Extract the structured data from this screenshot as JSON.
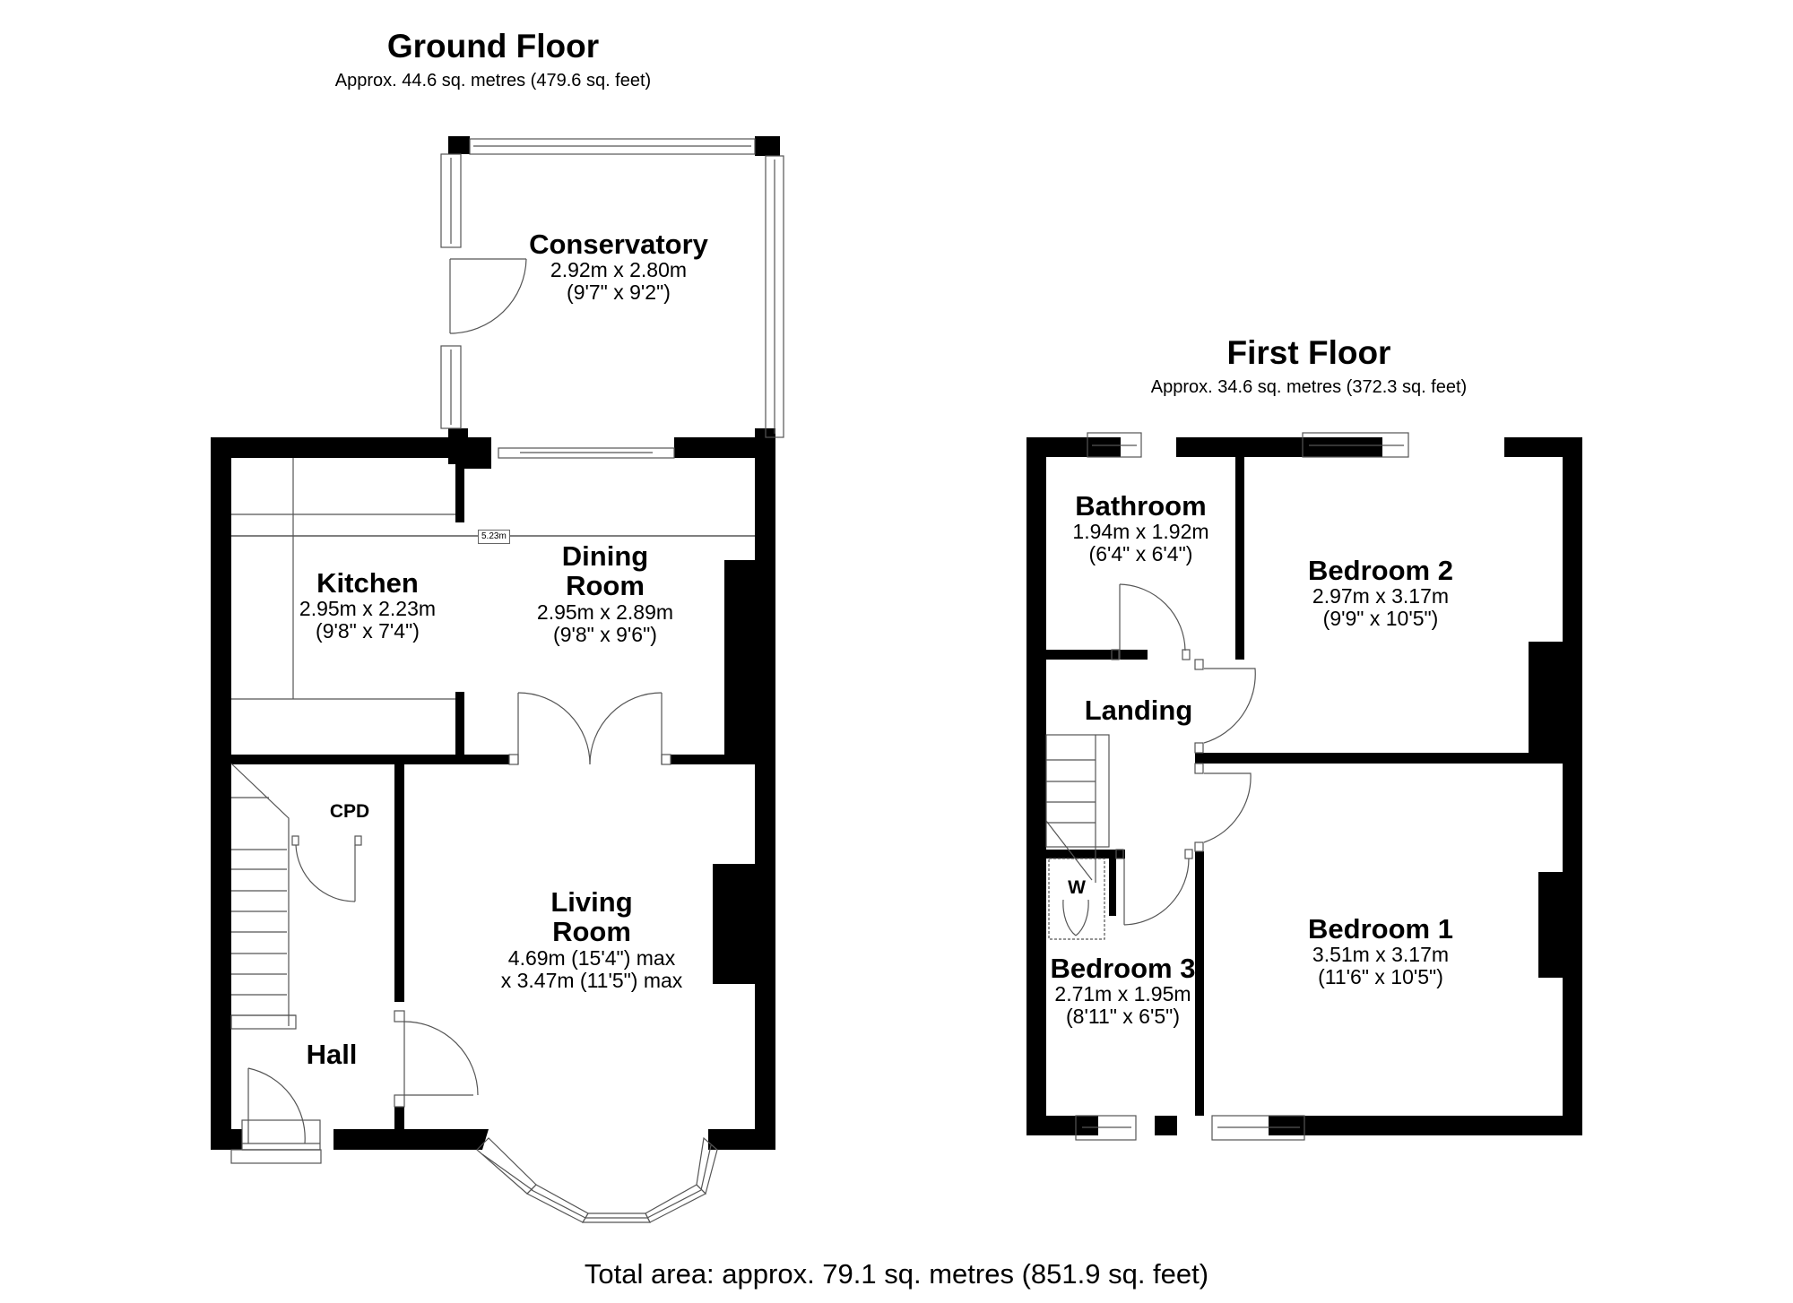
{
  "ground_floor": {
    "title": "Ground Floor",
    "area": "Approx. 44.6 sq. metres (479.6 sq. feet)",
    "rooms": {
      "conservatory": {
        "name": "Conservatory",
        "metric": "2.92m x 2.80m",
        "imperial": "(9'7\" x 9'2\")"
      },
      "kitchen": {
        "name": "Kitchen",
        "metric": "2.95m x 2.23m",
        "imperial": "(9'8\" x 7'4\")"
      },
      "dining": {
        "name_line1": "Dining",
        "name_line2": "Room",
        "metric": "2.95m x 2.89m",
        "imperial": "(9'8\" x 9'6\")"
      },
      "living": {
        "name_line1": "Living",
        "name_line2": "Room",
        "dim_line1": "4.69m (15'4\") max",
        "dim_line2": "x 3.47m (11'5\") max"
      },
      "hall": {
        "name": "Hall"
      },
      "cpd": {
        "name": "CPD"
      }
    },
    "dimension_line": "5.23m"
  },
  "first_floor": {
    "title": "First Floor",
    "area": "Approx. 34.6 sq. metres (372.3 sq. feet)",
    "rooms": {
      "bathroom": {
        "name": "Bathroom",
        "metric": "1.94m x 1.92m",
        "imperial": "(6'4\" x 6'4\")"
      },
      "bedroom2": {
        "name": "Bedroom 2",
        "metric": "2.97m x 3.17m",
        "imperial": "(9'9\" x 10'5\")"
      },
      "landing": {
        "name": "Landing"
      },
      "bedroom3": {
        "name": "Bedroom 3",
        "metric": "2.71m x 1.95m",
        "imperial": "(8'11\" x 6'5\")"
      },
      "bedroom1": {
        "name": "Bedroom 1",
        "metric": "3.51m x 3.17m",
        "imperial": "(11'6\" x 10'5\")"
      },
      "wardrobe": {
        "name": "W"
      }
    }
  },
  "total_area": "Total area: approx. 79.1 sq. metres (851.9 sq. feet)",
  "colors": {
    "wall": "#000000",
    "background": "#ffffff",
    "fixture_line": "#555555"
  }
}
